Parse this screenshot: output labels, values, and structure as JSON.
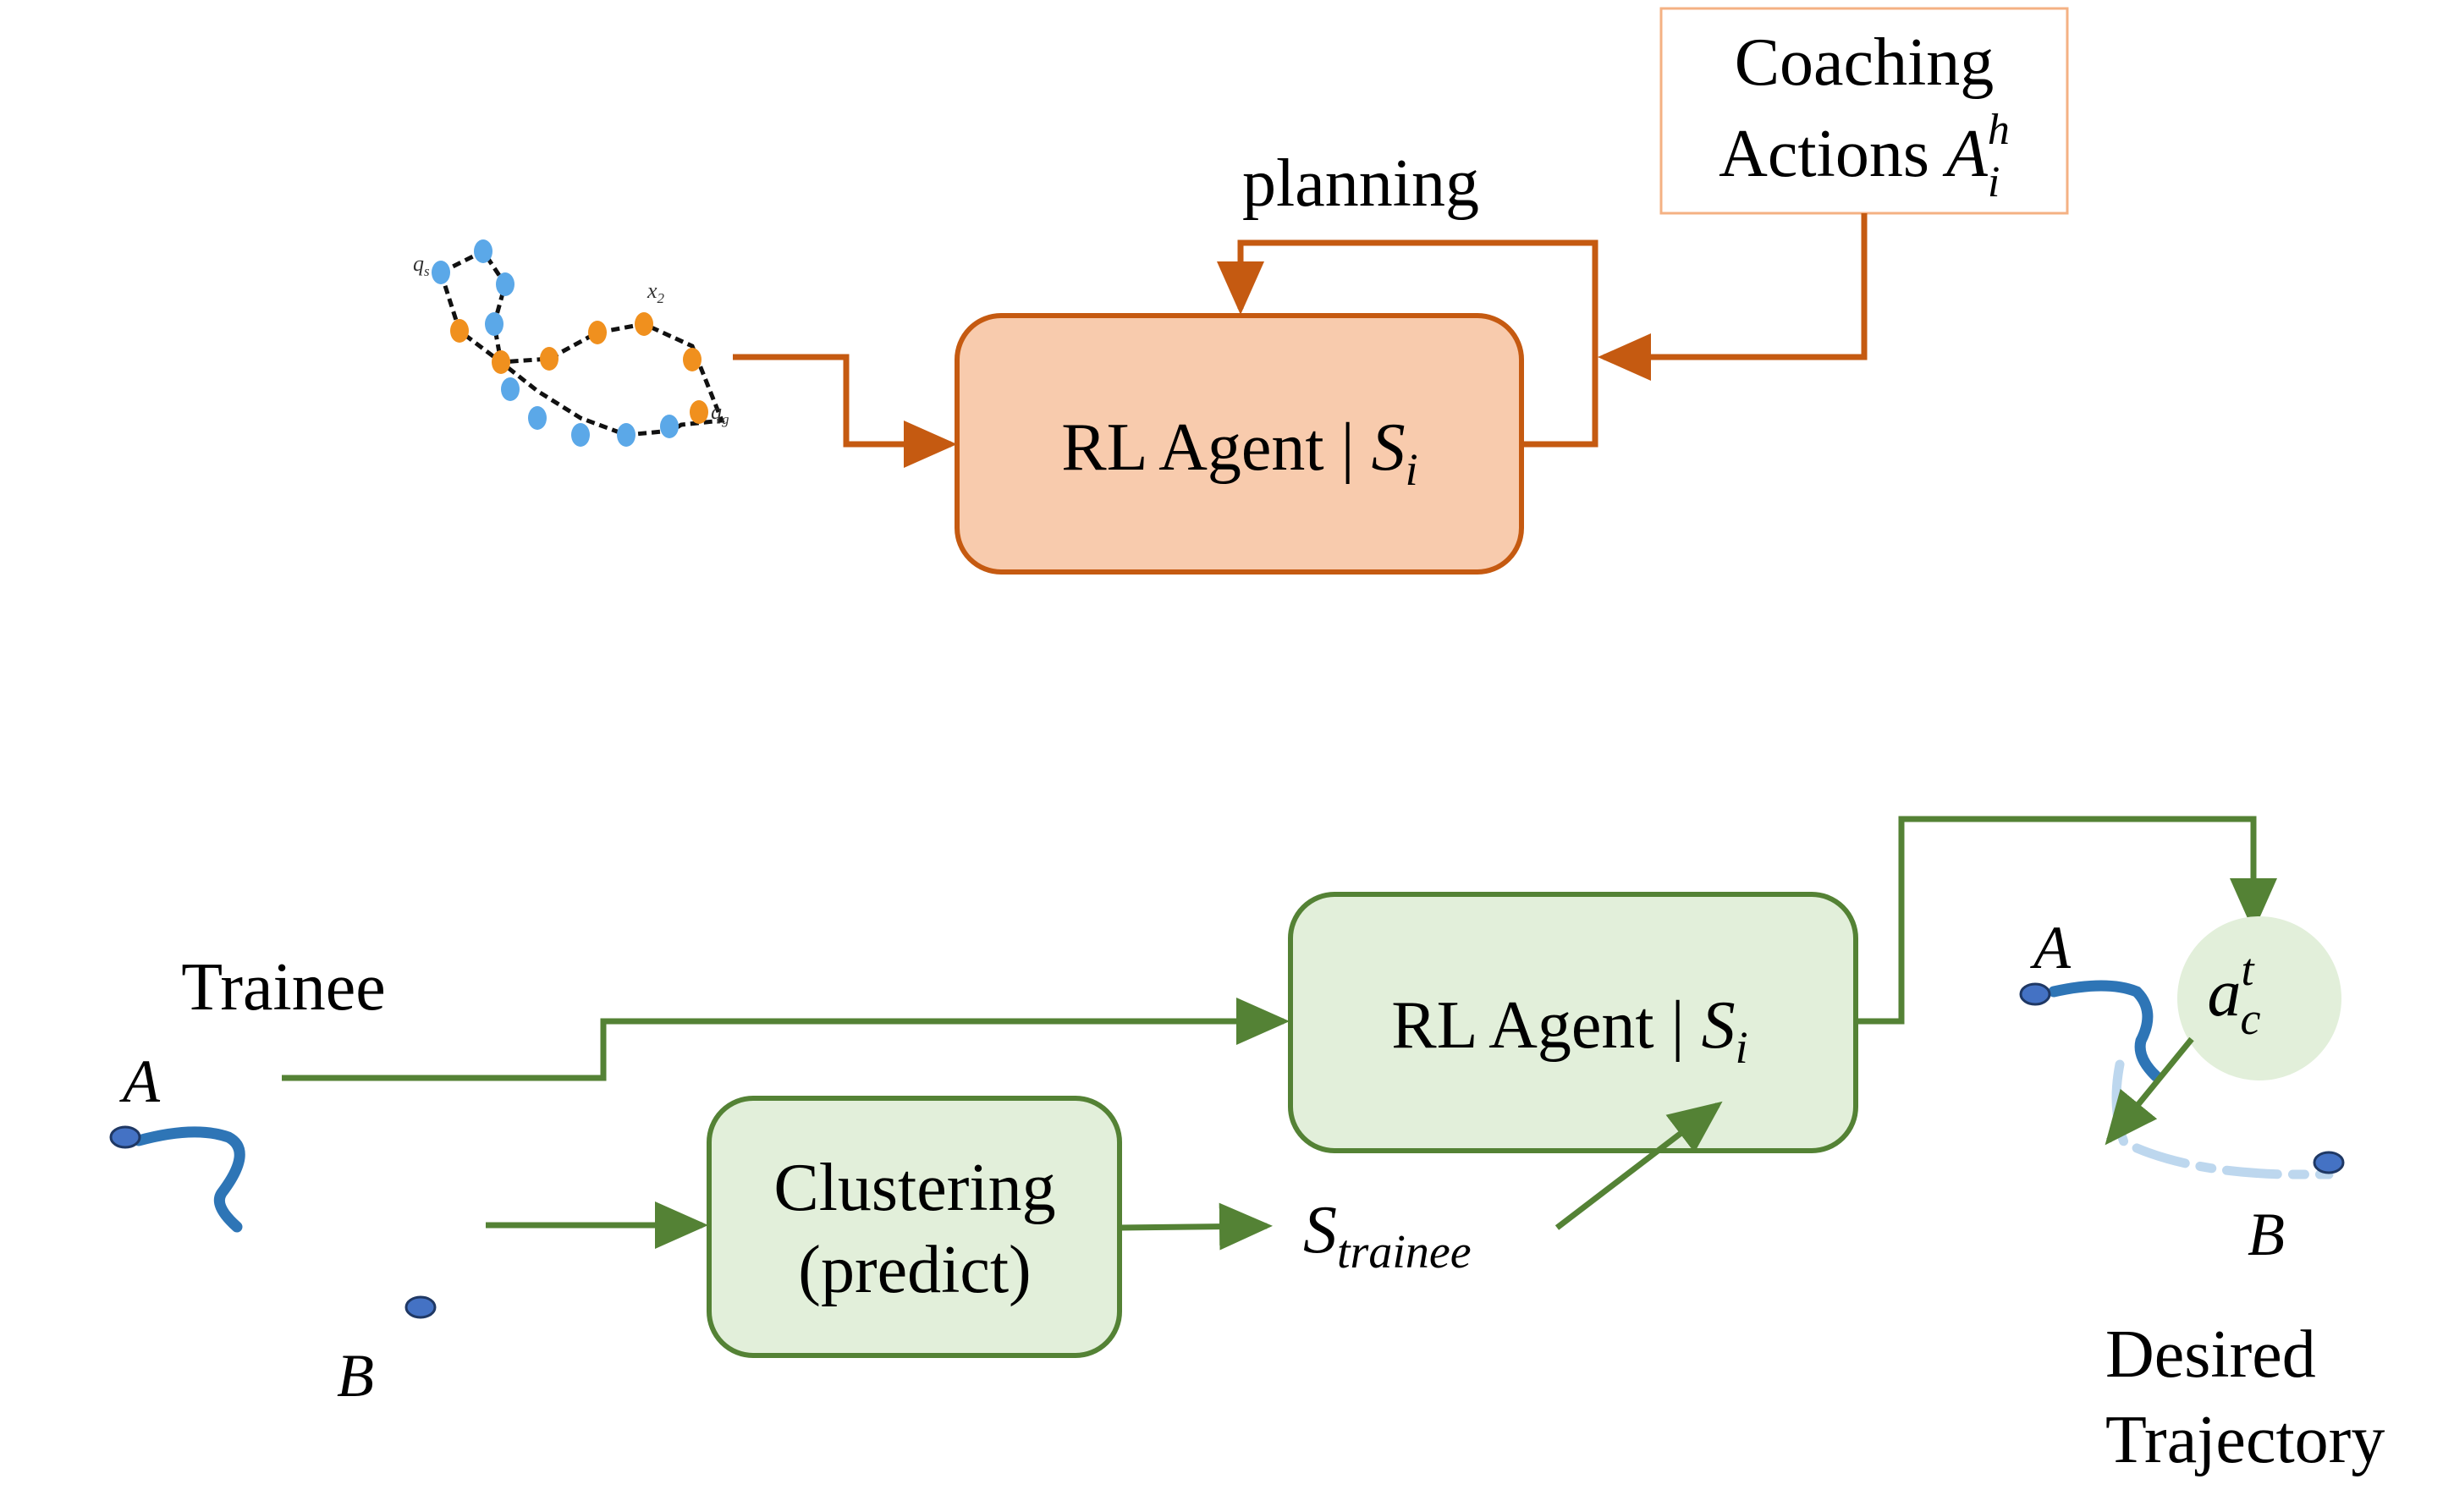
{
  "top": {
    "coaching_box": {
      "line1": "Coaching",
      "line2_text": "Actions ",
      "line2_sym": "A",
      "line2_sup": "h",
      "line2_sub": "i"
    },
    "planning_label": "planning",
    "agent_box": {
      "text": "RL Agent | ",
      "sym": "S",
      "sub": "i"
    },
    "graph_labels": {
      "start": "q",
      "start_sub": "s",
      "goal": "q",
      "goal_sub": "g",
      "mid": "x",
      "mid_sub": "2"
    }
  },
  "bottom": {
    "trainee_label": "Trainee",
    "point_a": "A",
    "point_b": "B",
    "clustering_box": {
      "line1": "Clustering",
      "line2": "(predict)"
    },
    "s_trainee": {
      "sym": "S",
      "sub": "trainee"
    },
    "agent_box": {
      "text": "RL Agent | ",
      "sym": "S",
      "sub": "i"
    },
    "action_circle": {
      "sym": "a",
      "sup": "t",
      "sub": "c"
    },
    "desired": {
      "point_a": "A",
      "point_b": "B",
      "line1": "Desired",
      "line2": "Trajectory"
    }
  },
  "colors": {
    "orange_stroke": "#c55a11",
    "orange_fill": "#f8cbad",
    "coach_border": "#f4b183",
    "green_stroke": "#548235",
    "green_fill": "#e2efda",
    "blue": "#2e75b6",
    "blue_light": "#bdd7ee",
    "dot_blue": "#4472c4",
    "node_blue": "#5ba8e8",
    "node_orange": "#f0901e"
  }
}
